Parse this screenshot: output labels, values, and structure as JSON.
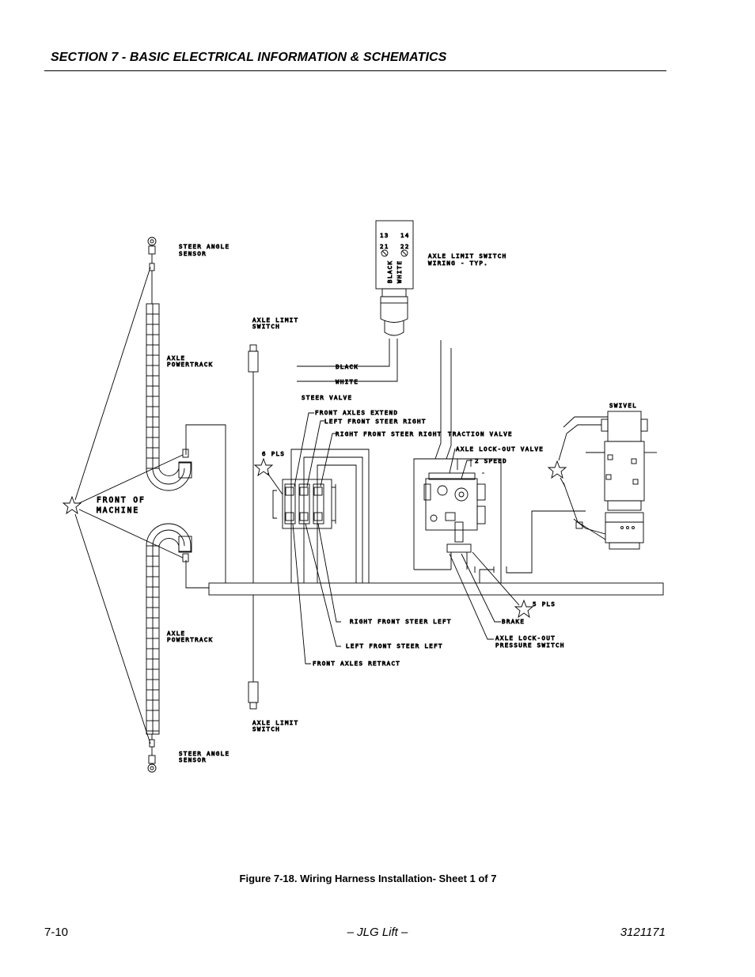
{
  "header": {
    "section_title": "SECTION 7 - BASIC ELECTRICAL INFORMATION & SCHEMATICS"
  },
  "figure": {
    "labels": {
      "steer_angle_sensor_top_1": "STEER ANGLE",
      "steer_angle_sensor_top_2": "SENSOR",
      "axle_powertrack_top_1": "AXLE",
      "axle_powertrack_top_2": "POWERTRACK",
      "front_of_machine_1": "FRONT OF",
      "front_of_machine_2": "MACHINE",
      "axle_powertrack_bottom_1": "AXLE",
      "axle_powertrack_bottom_2": "POWERTRACK",
      "steer_angle_sensor_bottom_1": "STEER ANGLE",
      "steer_angle_sensor_bottom_2": "SENSOR",
      "axle_limit_switch_top_1": "AXLE LIMIT",
      "axle_limit_switch_top_2": "SWITCH",
      "axle_limit_switch_bottom_1": "AXLE LIMIT",
      "axle_limit_switch_bottom_2": "SWITCH",
      "six_pls_left": "6 PLS",
      "switch_term_13": "13",
      "switch_term_14": "14",
      "switch_term_21": "21",
      "switch_term_22": "22",
      "switch_wire_black": "BLACK",
      "switch_wire_white": "WHITE",
      "axle_limit_wiring_1": "AXLE LIMIT SWITCH",
      "axle_limit_wiring_2": "WIRING - TYP.",
      "wire_black": "BLACK",
      "wire_white": "WHITE",
      "steer_valve": "STEER VALVE",
      "front_axles_extend": "FRONT AXLES EXTEND",
      "left_front_steer_right": "LEFT FRONT STEER RIGHT",
      "right_front_steer_right": "RIGHT FRONT STEER RIGHT",
      "traction_valve": "TRACTION VALVE",
      "axle_lockout_valve": "AXLE LOCK-OUT VALVE",
      "two_speed": "2 SPEED",
      "swivel": "SWIVEL",
      "five_pls": "5 PLS",
      "right_front_steer_left": "RIGHT FRONT STEER LEFT",
      "brake": "BRAKE",
      "axle_lockout_pressure_1": "AXLE LOCK-OUT",
      "axle_lockout_pressure_2": "PRESSURE SWITCH",
      "left_front_steer_left": "LEFT FRONT STEER LEFT",
      "front_axles_retract": "FRONT AXLES RETRACT"
    },
    "caption": "Figure 7-18.  Wiring Harness Installation- Sheet 1 of 7"
  },
  "footer": {
    "page_number": "7-10",
    "publisher": "– JLG Lift –",
    "doc_number": "3121171"
  }
}
